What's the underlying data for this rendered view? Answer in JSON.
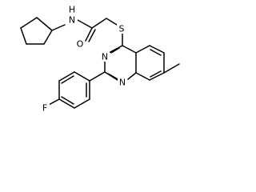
{
  "atoms": {
    "nh": "N",
    "nh_h": "H",
    "carbonyl_o": "O",
    "thioether_s": "S",
    "ring_n3": "N",
    "ring_n1": "N",
    "fluorine": "F"
  }
}
